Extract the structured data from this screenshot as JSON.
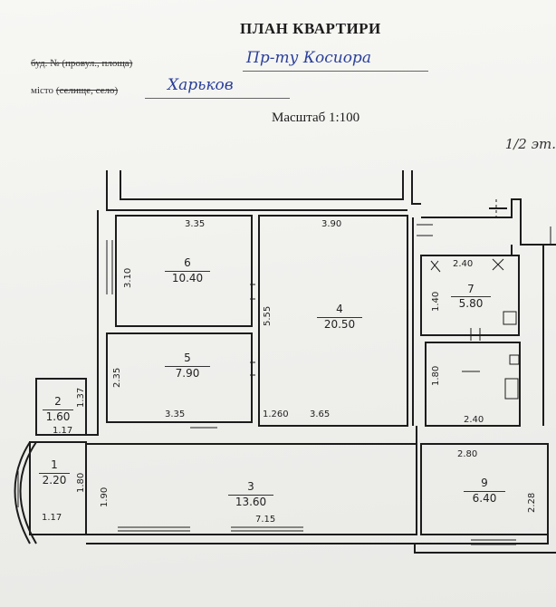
{
  "header": {
    "title": "ПЛАН КВАРТИРИ",
    "building_label_struck": "буд. № ",
    "building_label_struck2": "(провул., площа)",
    "building_value": "Пр-ту Косиора",
    "city_label": "місто",
    "city_label_struck": "(селище, село)",
    "city_value": "Харьков",
    "scale": "Масштаб 1:100",
    "corner_note": "1/2 эт."
  },
  "rooms": [
    {
      "id": "room-1",
      "number": "1",
      "area": "2.20"
    },
    {
      "id": "room-2",
      "number": "2",
      "area": "1.60"
    },
    {
      "id": "room-3",
      "number": "3",
      "area": "13.60"
    },
    {
      "id": "room-4",
      "number": "4",
      "area": "20.50"
    },
    {
      "id": "room-5",
      "number": "5",
      "area": "7.90"
    },
    {
      "id": "room-6",
      "number": "6",
      "area": "10.40"
    },
    {
      "id": "room-7",
      "number": "7",
      "area": "5.80"
    },
    {
      "id": "room-9",
      "number": "9",
      "area": "6.40"
    }
  ],
  "dimensions": {
    "r6_top": "3.35",
    "r6_side": "3.10",
    "r4_top": "3.90",
    "r4_side": "5.55",
    "r4_bottom_a": "1.260",
    "r4_bottom_b": "3.65",
    "r5_side": "2.35",
    "r5_bottom": "3.35",
    "r7_top": "2.40",
    "r7_side": "1.40",
    "r8_side": "1.80",
    "r8_bottom": "2.40",
    "r9_top": "2.80",
    "r9_side": "2.28",
    "r3_side": "1.90",
    "r3_bottom": "7.15",
    "r2_side": "1.37",
    "r2_bottom": "1.17",
    "r1_side": "1.80",
    "r1_bottom": "1.17"
  },
  "colors": {
    "ink": "#1c1c1c",
    "pen": "#2a3f9a",
    "paper": "#f4f4f1"
  }
}
